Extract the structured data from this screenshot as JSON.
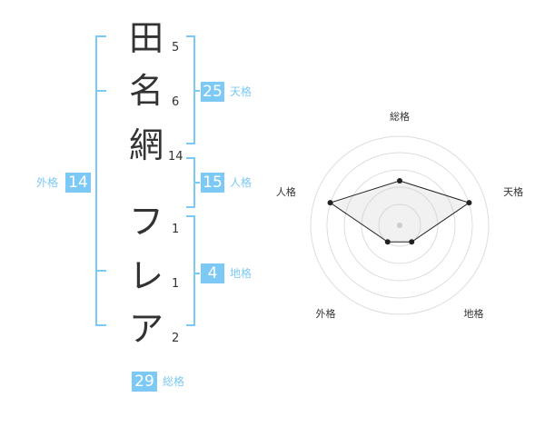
{
  "name_chars": [
    {
      "char": "田",
      "strokes": "5"
    },
    {
      "char": "名",
      "strokes": "6"
    },
    {
      "char": "網",
      "strokes": "14"
    },
    {
      "char": "フ",
      "strokes": "1"
    },
    {
      "char": "レ",
      "strokes": "1"
    },
    {
      "char": "ア",
      "strokes": "2"
    }
  ],
  "fortune": {
    "tenkaku": {
      "value": "25",
      "label": "天格"
    },
    "jinkaku": {
      "value": "15",
      "label": "人格"
    },
    "chikaku": {
      "value": "4",
      "label": "地格"
    },
    "gaikaku": {
      "value": "14",
      "label": "外格"
    },
    "soukaku": {
      "value": "29",
      "label": "総格"
    }
  },
  "radar": {
    "axes": [
      "総格",
      "天格",
      "地格",
      "外格",
      "人格"
    ],
    "values": [
      0.5,
      0.82,
      0.23,
      0.23,
      0.82
    ]
  },
  "colors": {
    "accent": "#7cc9f5",
    "text": "#333333"
  }
}
